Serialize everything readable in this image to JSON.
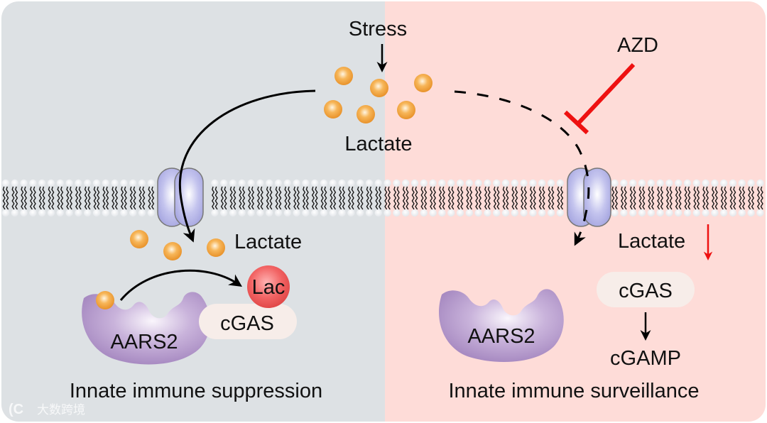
{
  "figure": {
    "title_left": "Innate immune suppression",
    "title_right": "Innate immune surveillance",
    "colors": {
      "left_panel": "#dde1e4",
      "right_panel": "#fedcd8",
      "lactate": "#f2a33c",
      "transporter": "#b4b4e6",
      "aars2": "#b9a0cf",
      "cgas_pill": "#f7ede9",
      "lac_circle": "#f05a5a",
      "inhibitor_red": "#ee1111",
      "arrow": "#000000"
    }
  },
  "top": {
    "stress_label": "Stress",
    "lactate_label": "Lactate",
    "inhibitor_label": "AZD"
  },
  "left": {
    "lactate_label": "Lactate",
    "enzyme_label": "AARS2",
    "target_label": "cGAS",
    "modification_label": "Lac"
  },
  "right": {
    "lactate_label": "Lactate",
    "lactate_trend": "decreased",
    "enzyme_label": "AARS2",
    "target_label": "cGAS",
    "product_label": "cGAMP"
  },
  "watermark": {
    "text": "大数跨境"
  }
}
